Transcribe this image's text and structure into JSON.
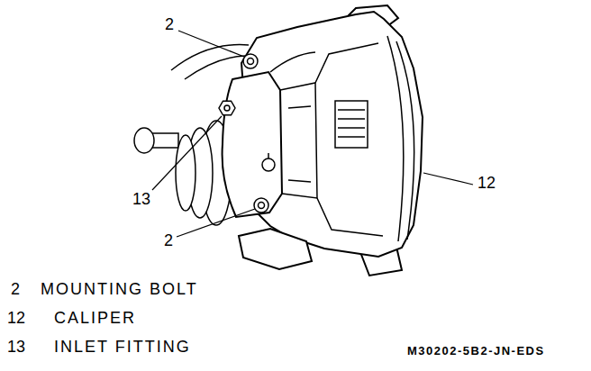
{
  "diagram": {
    "labels": [
      "2",
      "13",
      "2",
      "12",
      "2",
      "MOUNTING BOLT",
      "12",
      "CALIPER",
      "13",
      "INLET FITTING",
      "M30202-5B2-JN-EDS"
    ]
  }
}
